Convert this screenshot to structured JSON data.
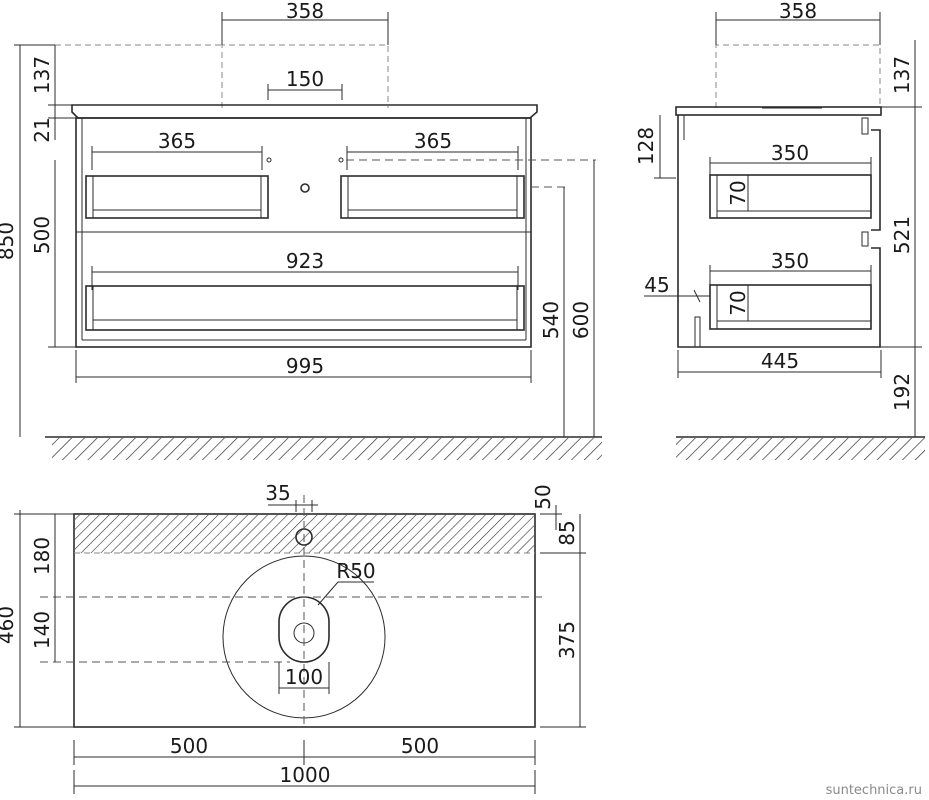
{
  "front_view": {
    "basin_width": "358",
    "hole_spacing": "150",
    "basin_height": "137",
    "top_thickness": "21",
    "drawer_height": "500",
    "overall_height": "850",
    "top_drawer_left": "365",
    "top_drawer_right": "365",
    "bottom_drawer": "923",
    "cabinet_width": "995",
    "height_540": "540",
    "height_600": "600"
  },
  "side_view": {
    "basin_width": "358",
    "basin_height": "137",
    "top_depth_128": "128",
    "drawer_depth_top": "350",
    "drawer_side_top": "70",
    "drawer_depth_bottom": "350",
    "drawer_side_bottom": "70",
    "offset_45": "45",
    "cabinet_height": "521",
    "cabinet_depth": "445",
    "floor_clearance": "192"
  },
  "top_view": {
    "hole_offset": "35",
    "edge_50": "50",
    "edge_85": "85",
    "radius": "R50",
    "depth_180": "180",
    "depth_140": "140",
    "total_depth": "460",
    "depth_375": "375",
    "drain_100": "100",
    "half_left": "500",
    "half_right": "500",
    "total_width": "1000"
  },
  "watermark": "suntechnica.ru"
}
